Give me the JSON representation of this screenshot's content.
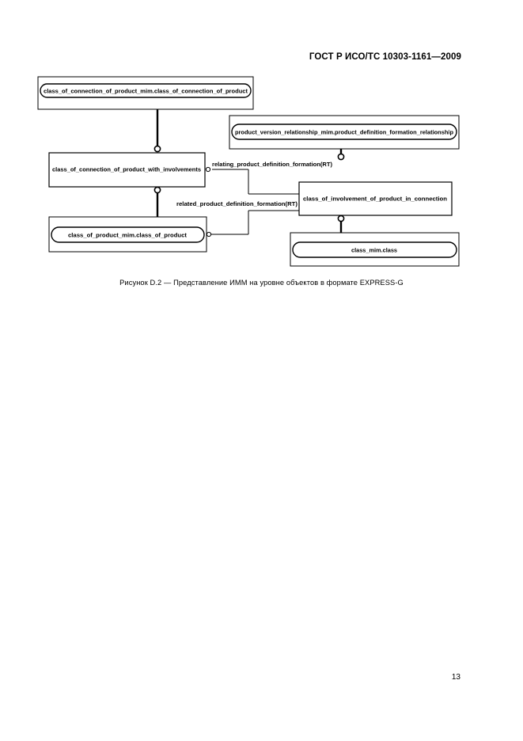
{
  "header": {
    "document_code": "ГОСТ Р ИСО/ТС 10303-1161—2009"
  },
  "diagram": {
    "entities": {
      "conn_mim": "class_of_connection_of_product_mim.class_of_connection_of_product",
      "conn_with_inv": "class_of_connection_of_product_with_involvements",
      "product_arm": "class_of_product_mim.class_of_product",
      "pvr_mim": "product_version_relationship_mim.product_definition_formation_relationship",
      "involvement": "class_of_involvement_of_product_in_connection",
      "class_mim": "class_mim.class"
    },
    "attributes": {
      "relating": "relating_product_definition_formation(RT)",
      "related": "related_product_definition_formation(RT)"
    }
  },
  "caption": "Рисунок D.2 — Представление ИММ на уровне объектов в формате EXPRESS-G",
  "page_number": "13"
}
